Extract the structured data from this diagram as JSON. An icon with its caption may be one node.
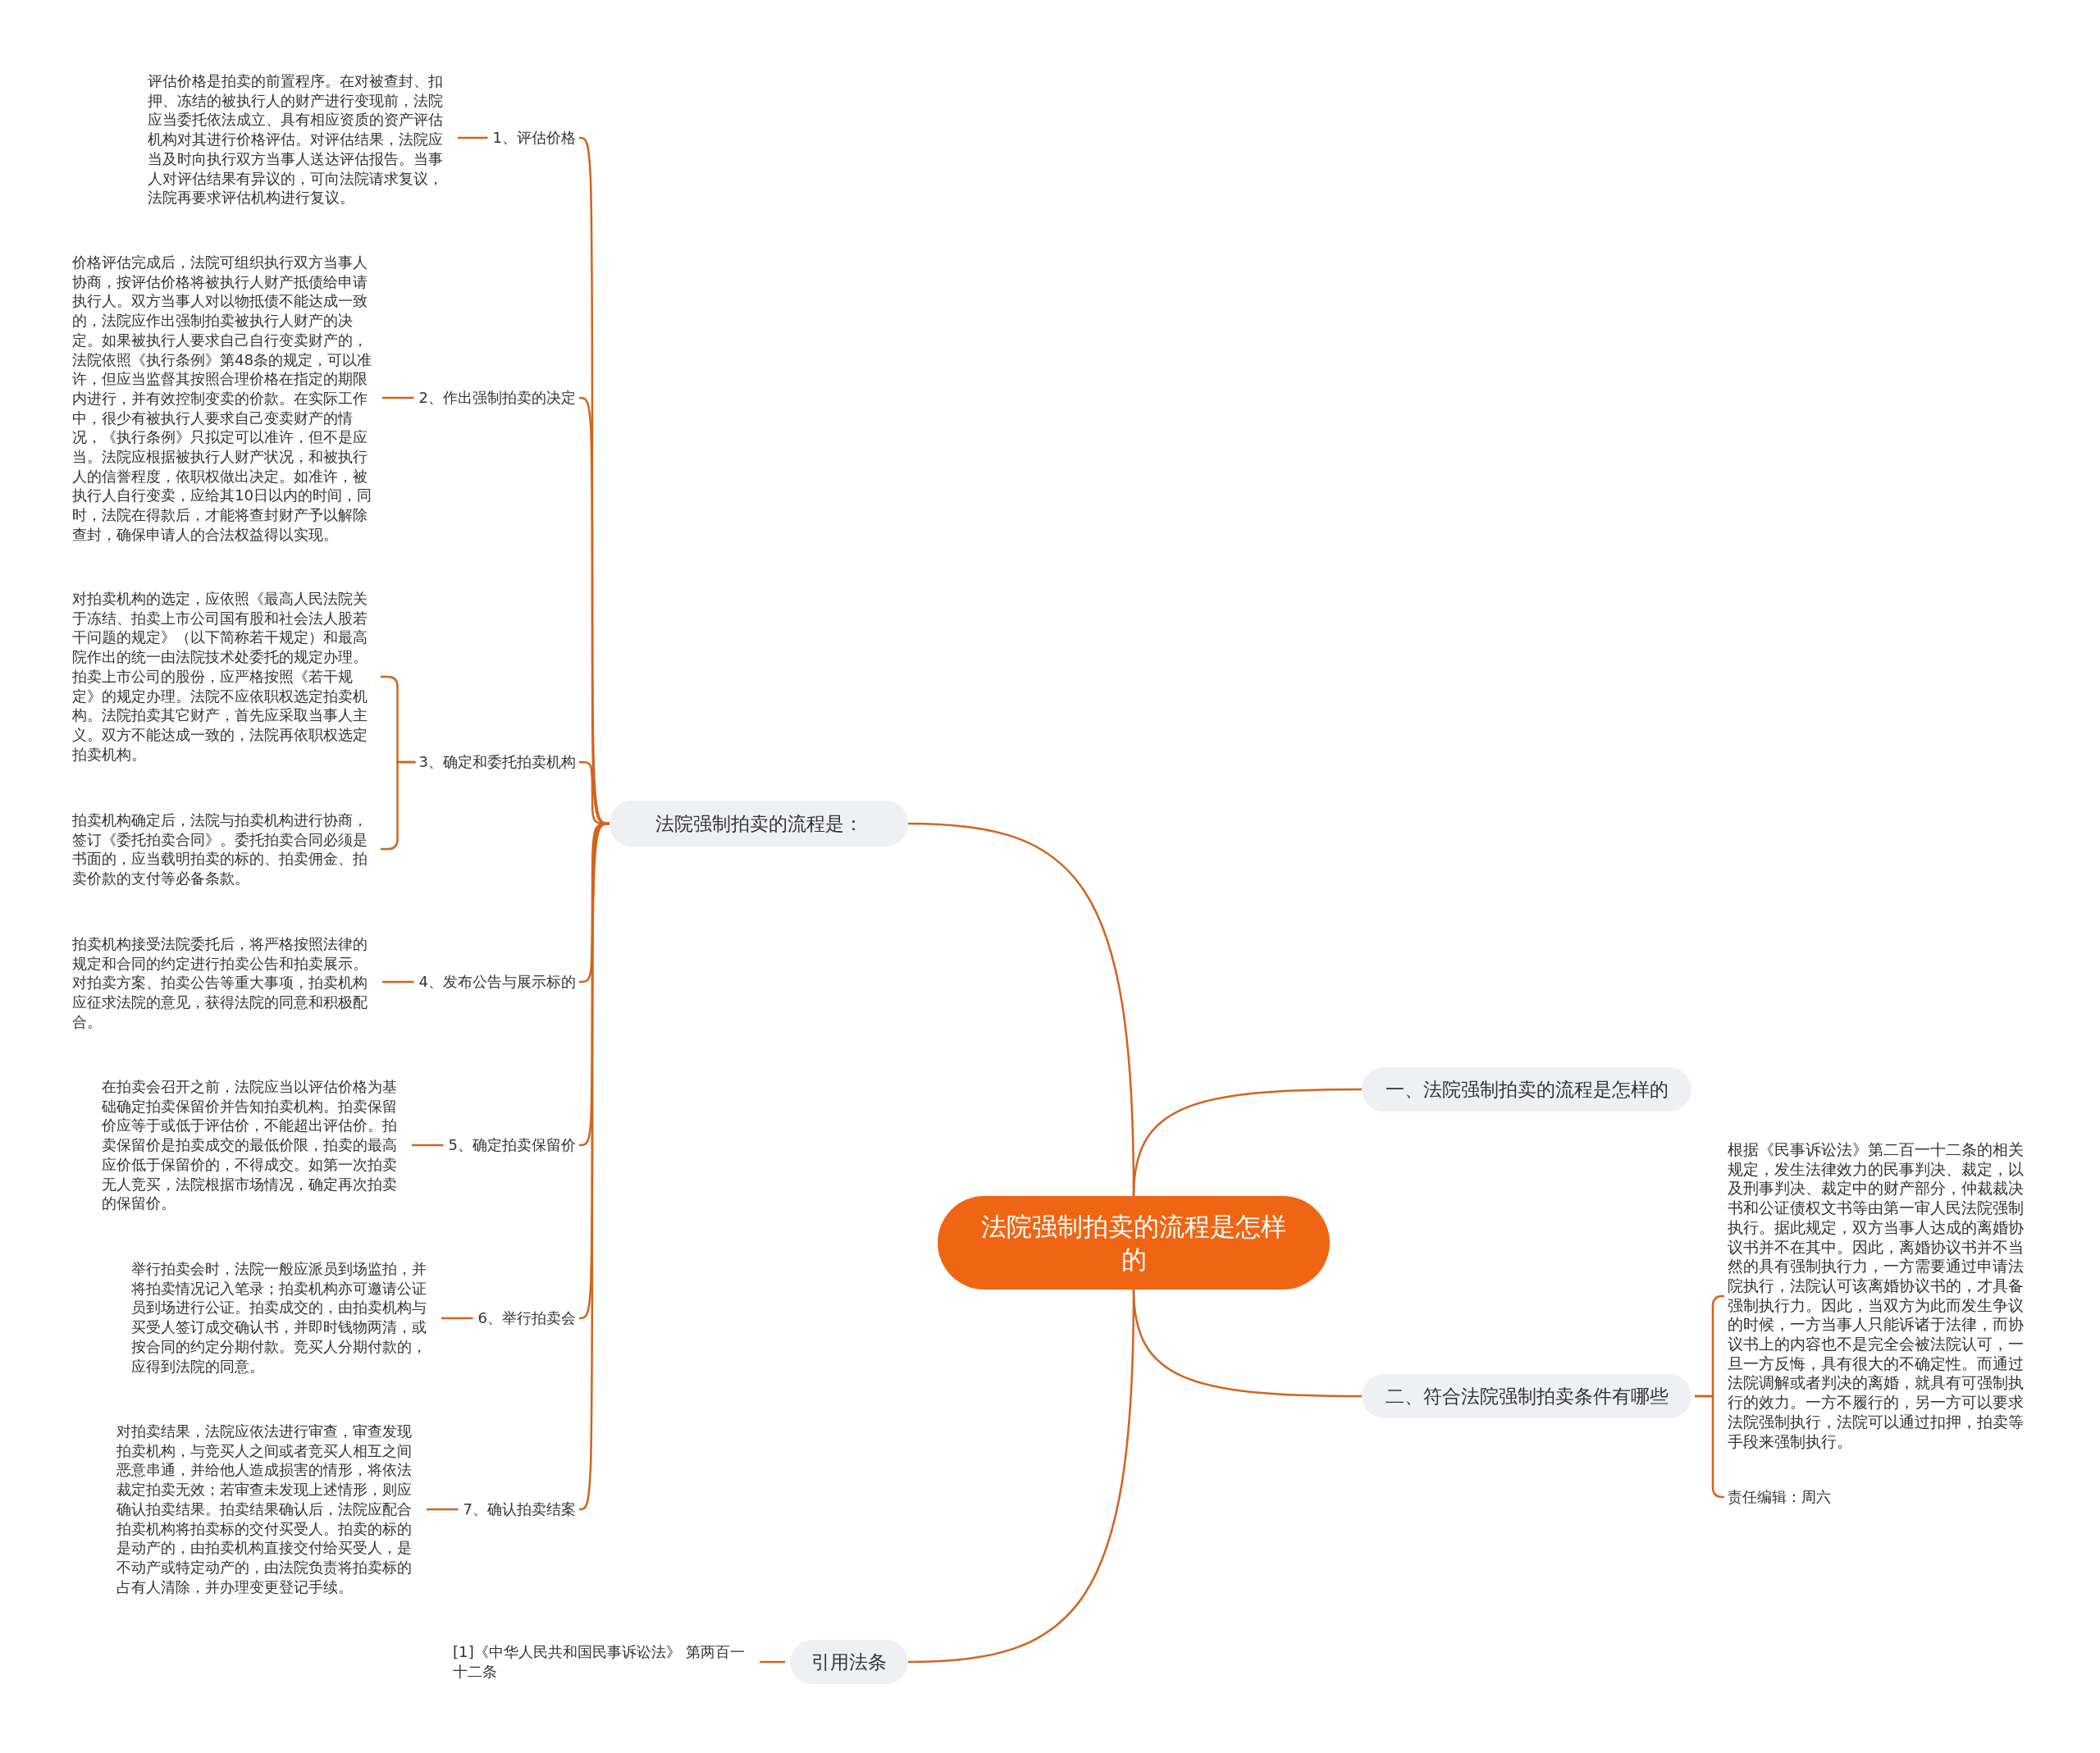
{
  "diagram": {
    "nodes": [
      {
        "text": [
          "法院强制拍卖的流程是怎样的"
        ]
      },
      {
        "text": [
          "法院强制拍卖的流程是："
        ]
      },
      {
        "text": [
          "1、评估价格"
        ]
      },
      {
        "text": [
          "评估价格是拍卖的前置程序。在对被查封、扣押、冻结的被执行人的财产进行变现前，法院应当委托依法成立、具有相应资质的资产评估机构对其进行价格评估。对评估结果，法院应当及时向执行双方当事人送达评估报告。当事人对评估结果有异议的，可向法院请求复议，法院再要求评估机构进行复议。"
        ]
      },
      {
        "text": [
          "2、作出强制拍卖的决定"
        ]
      },
      {
        "text": [
          "价格评估完成后，法院可组织执行双方当事人协商，按评估价格将被执行人财产抵债给申请执行人。双方当事人对以物抵债不能达成一致的，法院应作出强制拍卖被执行人财产的决定。如果被执行人要求自己自行变卖财产的，法院依照《执行条例》第48条的规定，可以准许，但应当监督其按照合理价格在指定的期限内进行，并有效控制变卖的价款。在实际工作中，很少有被执行人要求自己变卖财产的情况，《执行条例》只拟定可以准许，但不是应当。法院应根据被执行人财产状况，和被执行人的信誉程度，依职权做出决定。如准许，被执行人自行变卖，应给其10日以内的时间，同时，法院在得款后，才能将查封财产予以解除查封，确保申请人的合法权益得以实现。"
        ]
      },
      {
        "text": [
          "3、确定和委托拍卖机构"
        ]
      },
      {
        "text": [
          "对拍卖机构的选定，应依照《最高人民法院关于冻结、拍卖上市公司国有股和社会法人股若干问题的规定》（以下简称若干规定）和最高院作出的统一由法院技术处委托的规定办理。拍卖上市公司的股份，应严格按照《若干规定》的规定办理。法院不应依职权选定拍卖机构。法院拍卖其它财产，首先应采取当事人主义。双方不能达成一致的，法院再依职权选定拍卖机构。"
        ]
      },
      {
        "text": [
          "拍卖机构确定后，法院与拍卖机构进行协商，签订《委托拍卖合同》。委托拍卖合同必须是书面的，应当载明拍卖的标的、拍卖佣金、拍卖价款的支付等必备条款。"
        ]
      },
      {
        "text": [
          "4、发布公告与展示标的"
        ]
      },
      {
        "text": [
          "拍卖机构接受法院委托后，将严格按照法律的规定和合同的约定进行拍卖公告和拍卖展示。对拍卖方案、拍卖公告等重大事项，拍卖机构应征求法院的意见，获得法院的同意和积极配合。"
        ]
      },
      {
        "text": [
          "5、确定拍卖保留价"
        ]
      },
      {
        "text": [
          "在拍卖会召开之前，法院应当以评估价格为基础确定拍卖保留价并告知拍卖机构。拍卖保留价应等于或低于评估价，不能超出评估价。拍卖保留价是拍卖成交的最低价限，拍卖的最高应价低于保留价的，不得成交。如第一次拍卖无人竞买，法院根据市场情况，确定再次拍卖的保留价。"
        ]
      },
      {
        "text": [
          "6、举行拍卖会"
        ]
      },
      {
        "text": [
          "举行拍卖会时，法院一般应派员到场监拍，并将拍卖情况记入笔录；拍卖机构亦可邀请公证员到场进行公证。拍卖成交的，由拍卖机构与买受人签订成交确认书，并即时钱物两清，或按合同的约定分期付款。竞买人分期付款的，应得到法院的同意。"
        ]
      },
      {
        "text": [
          "7、确认拍卖结案"
        ]
      },
      {
        "text": [
          "对拍卖结果，法院应依法进行审查，审查发现拍卖机构，与竞买人之间或者竞买人相互之间恶意串通，并给他人造成损害的情形，将依法裁定拍卖无效；若审查未发现上述情形，则应确认拍卖结果。拍卖结果确认后，法院应配合拍卖机构将拍卖标的交付买受人。拍卖的标的是动产的，由拍卖机构直接交付给买受人，是不动产或特定动产的，由法院负责将拍卖标的占有人清除，并办理变更登记手续。"
        ]
      },
      {
        "text": [
          "一、法院强制拍卖的流程是怎样的"
        ]
      },
      {
        "text": [
          "二、符合法院强制拍卖条件有哪些"
        ]
      },
      {
        "text": [
          "根据《民事诉讼法》第二百一十二条的相关规定，发生法律效力的民事判决、裁定，以及刑事判决、裁定中的财产部分，仲裁裁决书和公证债权文书等由第一审人民法院强制执行。据此规定，双方当事人达成的离婚协议书并不在其中。因此，离婚协议书并不当然的具有强制执行力，一方需要通过申请法院执行，法院认可该离婚协议书的，才具备强制执行力。因此，当双方为此而发生争议的时候，一方当事人只能诉诸于法律，而协议书上的内容也不是完全会被法院认可，一旦一方反悔，具有很大的不确定性。而通过法院调解或者判决的离婚，就具有可强制执行的效力。一方不履行的，另一方可以要求法院强制执行，法院可以通过扣押，拍卖等手段来强制执行。"
        ]
      },
      {
        "text": [
          "责任编辑：周六"
        ]
      },
      {
        "text": [
          "引用法条"
        ]
      },
      {
        "text": [
          "[1]《中华人民共和国民事诉讼法》 第两百一十二条"
        ]
      }
    ],
    "edges": [
      {
        "from": 0,
        "to": 1,
        "arrow": "none"
      },
      {
        "from": 1,
        "to": 2,
        "arrow": "none"
      },
      {
        "from": 2,
        "to": 3,
        "arrow": "none"
      },
      {
        "from": 1,
        "to": 4,
        "arrow": "none"
      },
      {
        "from": 4,
        "to": 5,
        "arrow": "none"
      },
      {
        "from": 1,
        "to": 6,
        "arrow": "none"
      },
      {
        "from": 6,
        "to": 7,
        "arrow": "none"
      },
      {
        "from": 6,
        "to": 8,
        "arrow": "none"
      },
      {
        "from": 1,
        "to": 9,
        "arrow": "none"
      },
      {
        "from": 9,
        "to": 10,
        "arrow": "none"
      },
      {
        "from": 1,
        "to": 11,
        "arrow": "none"
      },
      {
        "from": 11,
        "to": 12,
        "arrow": "none"
      },
      {
        "from": 1,
        "to": 13,
        "arrow": "none"
      },
      {
        "from": 13,
        "to": 14,
        "arrow": "none"
      },
      {
        "from": 1,
        "to": 15,
        "arrow": "none"
      },
      {
        "from": 15,
        "to": 16,
        "arrow": "none"
      },
      {
        "from": 0,
        "to": 17,
        "arrow": "none"
      },
      {
        "from": 0,
        "to": 18,
        "arrow": "none"
      },
      {
        "from": 18,
        "to": 19,
        "arrow": "none"
      },
      {
        "from": 18,
        "to": 20,
        "arrow": "none"
      },
      {
        "from": 0,
        "to": 21,
        "arrow": "none"
      },
      {
        "from": 21,
        "to": 22,
        "arrow": "none"
      }
    ]
  }
}
